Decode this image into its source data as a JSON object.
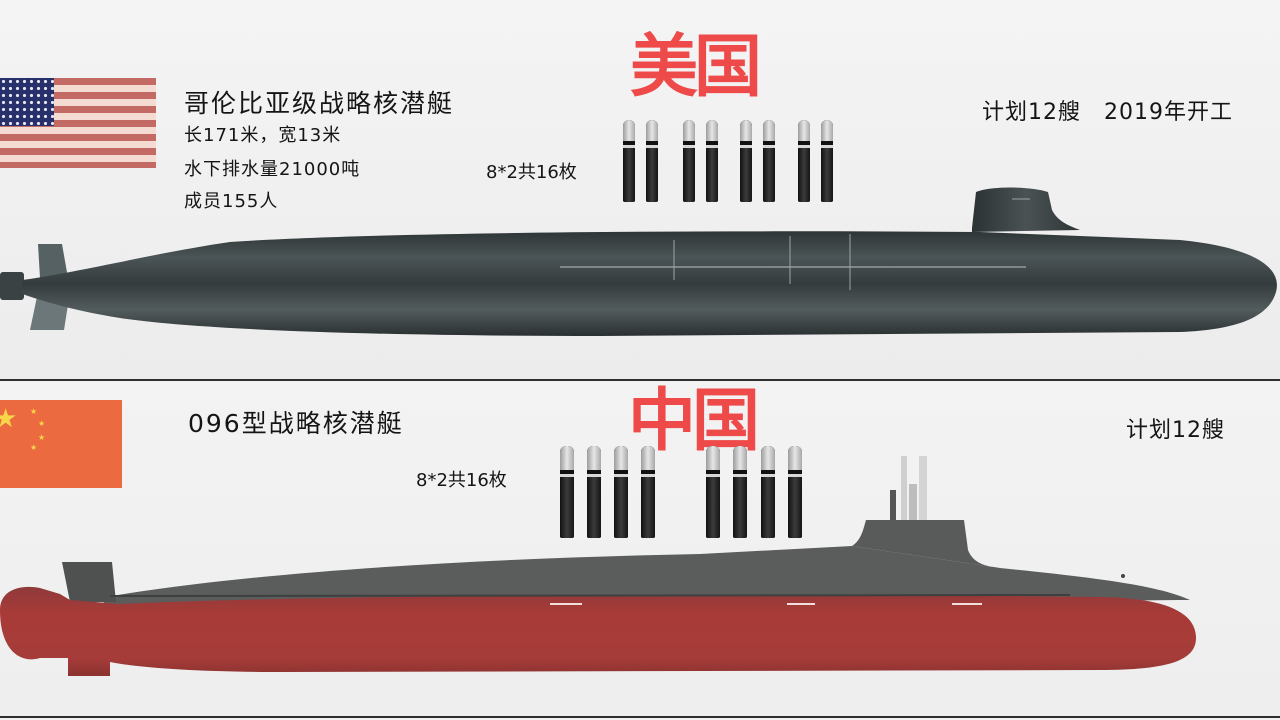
{
  "usa": {
    "country_label": "美国",
    "flag": "us-flag",
    "submarine_name": "哥伦比亚级战略核潜艇",
    "specs": [
      "长171米，宽13米",
      "水下排水量21000吨",
      "成员155人"
    ],
    "missile_label": "8*2共16枚",
    "missile_count": 8,
    "plan_note": "计划12艘　2019年开工",
    "hull_color": "#3d4345"
  },
  "china": {
    "country_label": "中国",
    "flag": "cn-flag",
    "submarine_name": "096型战略核潜艇",
    "missile_label": "8*2共16枚",
    "missile_count": 8,
    "plan_note": "计划12艘",
    "hull_color": "#a83b38",
    "deck_color": "#5b5d5c"
  },
  "colors": {
    "country_label": "#ee4a4a",
    "background": "#f1f1f1",
    "divider": "#2f2f2f"
  }
}
